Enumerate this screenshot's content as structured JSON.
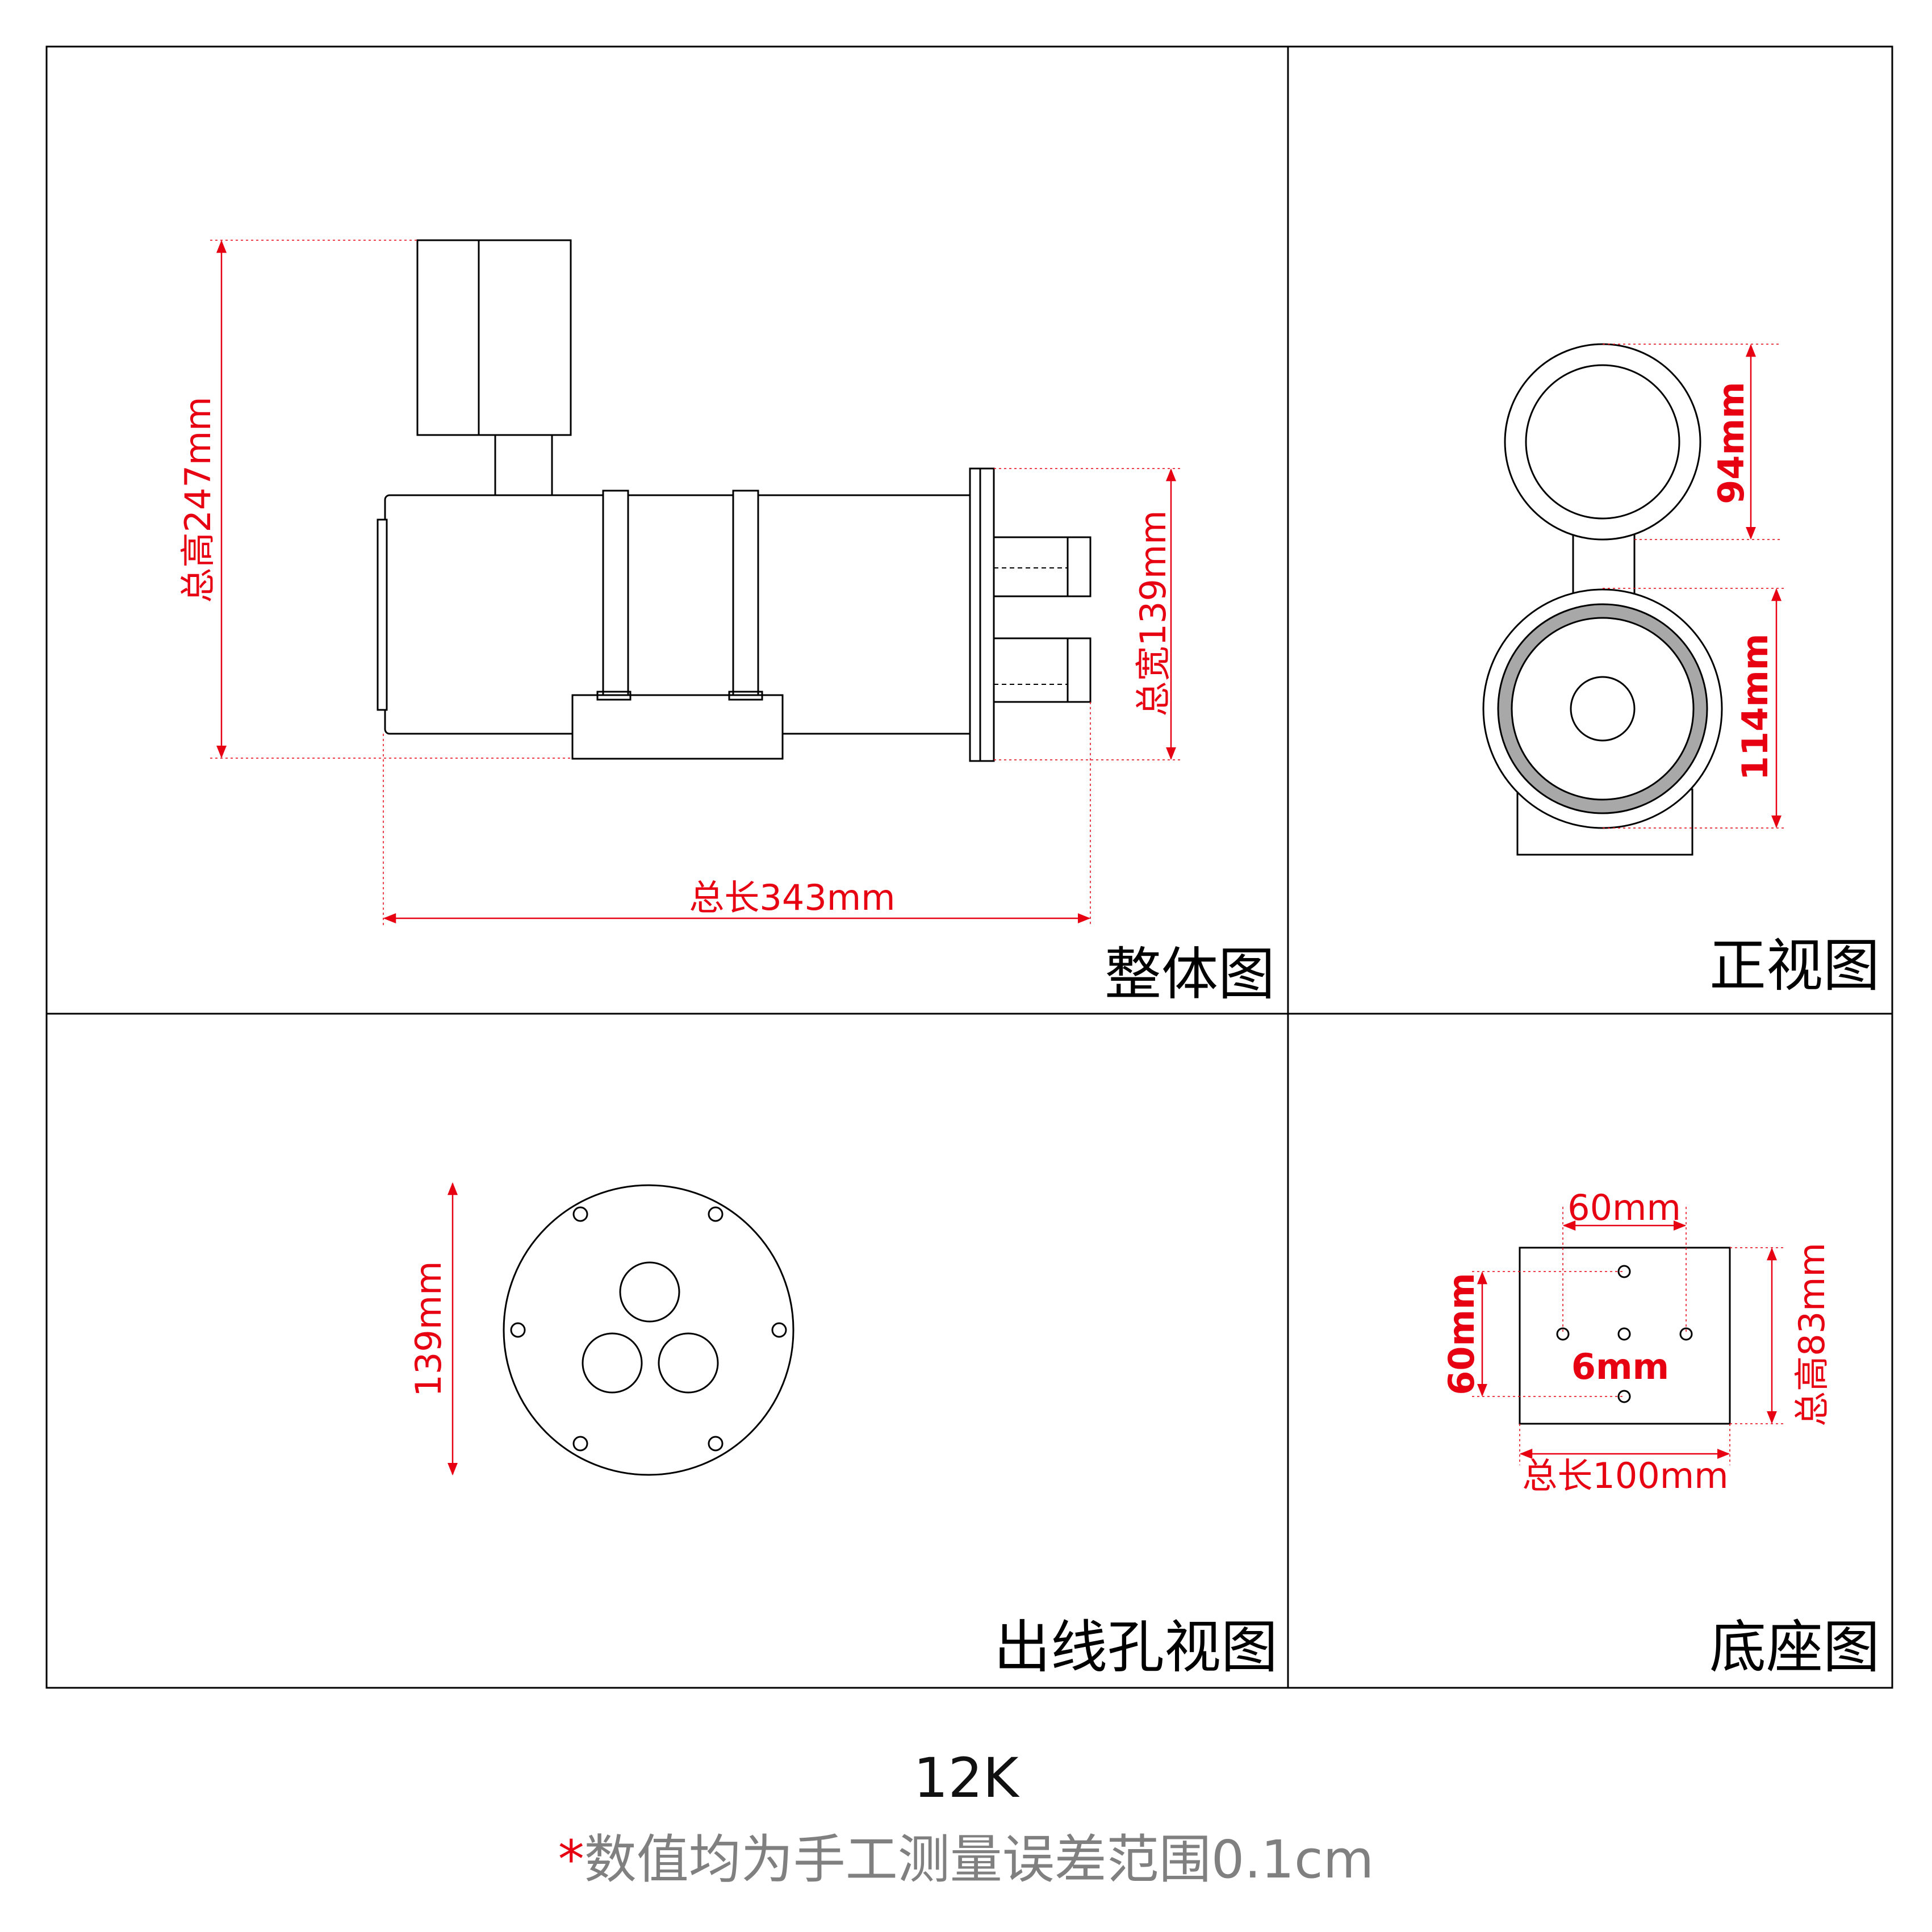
{
  "panels": {
    "overall": {
      "label": "整体图",
      "dims": {
        "height": "总高247mm",
        "width": "总宽139mm",
        "length": "总长343mm"
      }
    },
    "front": {
      "label": "正视图",
      "dims": {
        "top": "94mm",
        "bottom": "114mm"
      }
    },
    "cable_hole": {
      "label": "出线孔视图",
      "dims": {
        "diameter": "139mm"
      }
    },
    "base": {
      "label": "底座图",
      "dims": {
        "hole_spacing_h": "60mm",
        "hole_spacing_v": "60mm",
        "hole_size": "6mm",
        "height": "总高83mm",
        "length": "总长100mm"
      }
    }
  },
  "footer": {
    "model": "12K",
    "note_star": "*",
    "note": "数值均为手工测量误差范围0.1cm"
  }
}
